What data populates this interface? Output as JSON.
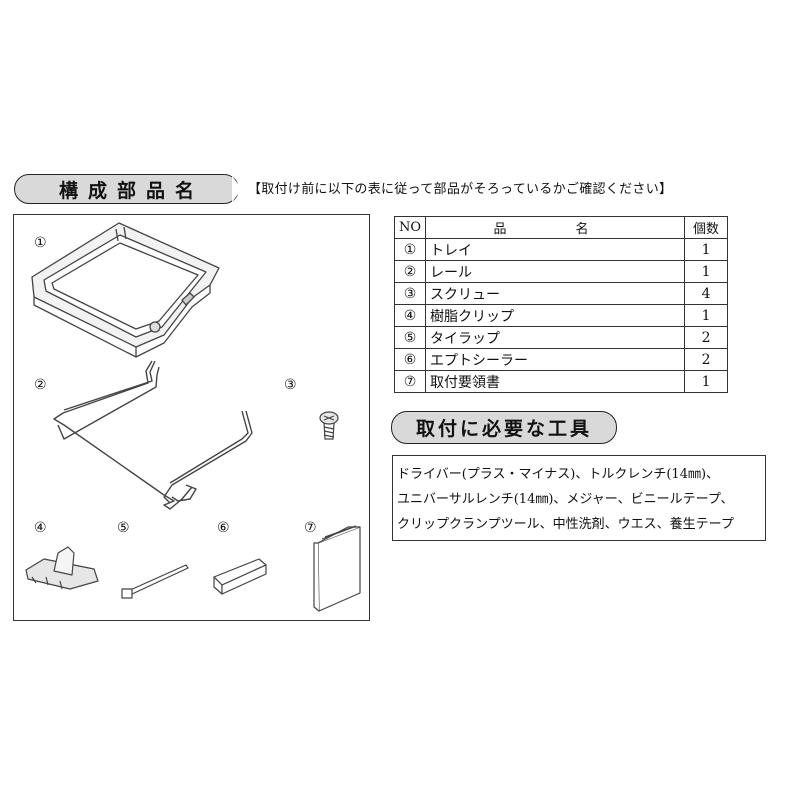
{
  "header": {
    "title": "構成部品名",
    "notice": "【取付け前に以下の表に従って部品がそろっているかご確認ください】"
  },
  "illustration_labels": [
    "①",
    "②",
    "③",
    "④",
    "⑤",
    "⑥",
    "⑦"
  ],
  "parts_table": {
    "headers": {
      "no": "NO",
      "name": "品　名",
      "qty": "個数"
    },
    "rows": [
      {
        "no": "①",
        "name": "トレイ",
        "qty": "1"
      },
      {
        "no": "②",
        "name": "レール",
        "qty": "1"
      },
      {
        "no": "③",
        "name": "スクリュー",
        "qty": "4"
      },
      {
        "no": "④",
        "name": "樹脂クリップ",
        "qty": "1"
      },
      {
        "no": "⑤",
        "name": "タイラップ",
        "qty": "2"
      },
      {
        "no": "⑥",
        "name": "エプトシーラー",
        "qty": "2"
      },
      {
        "no": "⑦",
        "name": "取付要領書",
        "qty": "1"
      }
    ]
  },
  "tools": {
    "title": "取付に必要な工具",
    "lines": [
      "ドライバー(プラス・マイナス)、トルクレンチ(14㎜)、",
      "ユニバーサルレンチ(14㎜)、メジャー、ビニールテープ、",
      "クリップクランプツール、中性洗剤、ウエス、養生テープ"
    ]
  }
}
